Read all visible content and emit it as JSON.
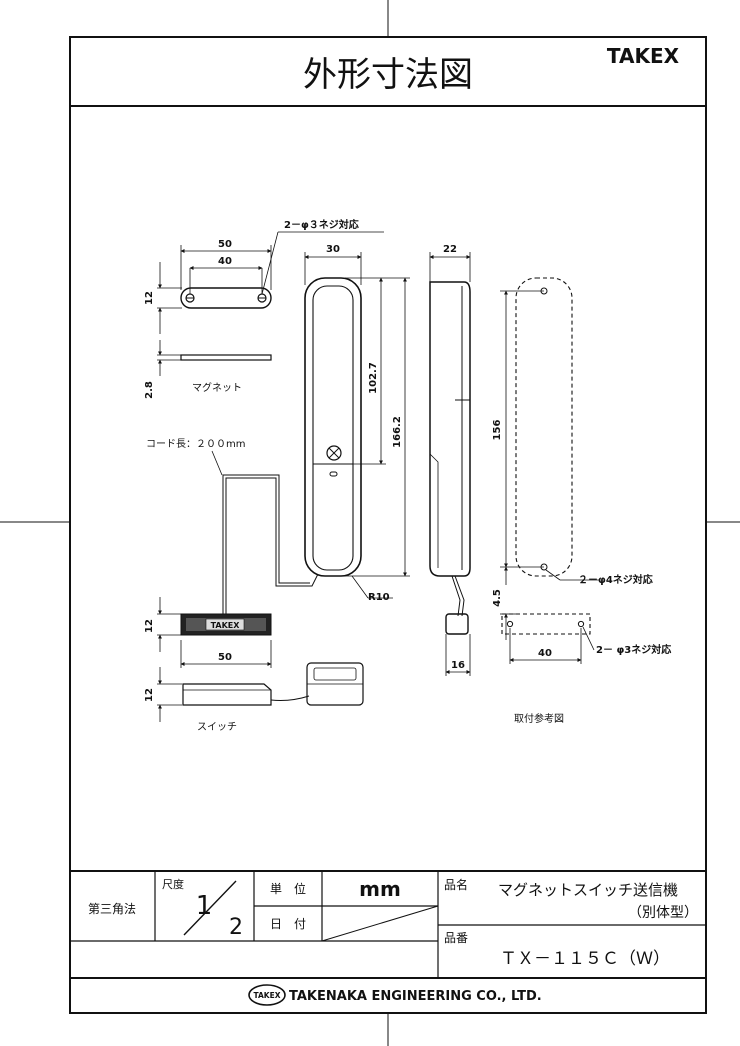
{
  "title": "外形寸法図",
  "brand": "TAKEX",
  "dimensions": {
    "magnet_width_outer": "50",
    "magnet_width_inner": "40",
    "magnet_height": "12",
    "magnet_thickness": "2.8",
    "screw_note_magnet": "2－φ３ネジ対応",
    "body_width": "30",
    "body_depth": "22",
    "body_upper_height": "102.7",
    "body_total_height": "166.2",
    "corner_radius": "R10",
    "cord_length": "コード長：２００mm",
    "switch_height": "12",
    "switch_width": "50",
    "switch_thickness": "12",
    "side_depth_bottom": "16",
    "mount_hole_pitch": "156",
    "mount_offset": "4.5",
    "mount_screw_body": "２－φ4ネジ対応",
    "mount_magnet_pitch": "40",
    "mount_screw_magnet": "2－ φ3ネジ対応"
  },
  "labels": {
    "magnet": "マグネット",
    "switch": "スイッチ",
    "mounting_reference": "取付参考図",
    "switch_brand": "TAKEX"
  },
  "title_block": {
    "projection": "第三角法",
    "scale_label": "尺度",
    "scale_num": "1",
    "scale_den": "2",
    "unit_label": "単　位",
    "unit_value": "mm",
    "date_label": "日　付",
    "product_name_label": "品名",
    "product_name_line1": "マグネットスイッチ送信機",
    "product_name_line2": "（別体型）",
    "product_no_label": "品番",
    "product_no": "ＴＸ－１１５Ｃ（Ｗ）",
    "company_logo": "TAKEX",
    "company_name": "TAKENAKA ENGINEERING CO., LTD."
  }
}
